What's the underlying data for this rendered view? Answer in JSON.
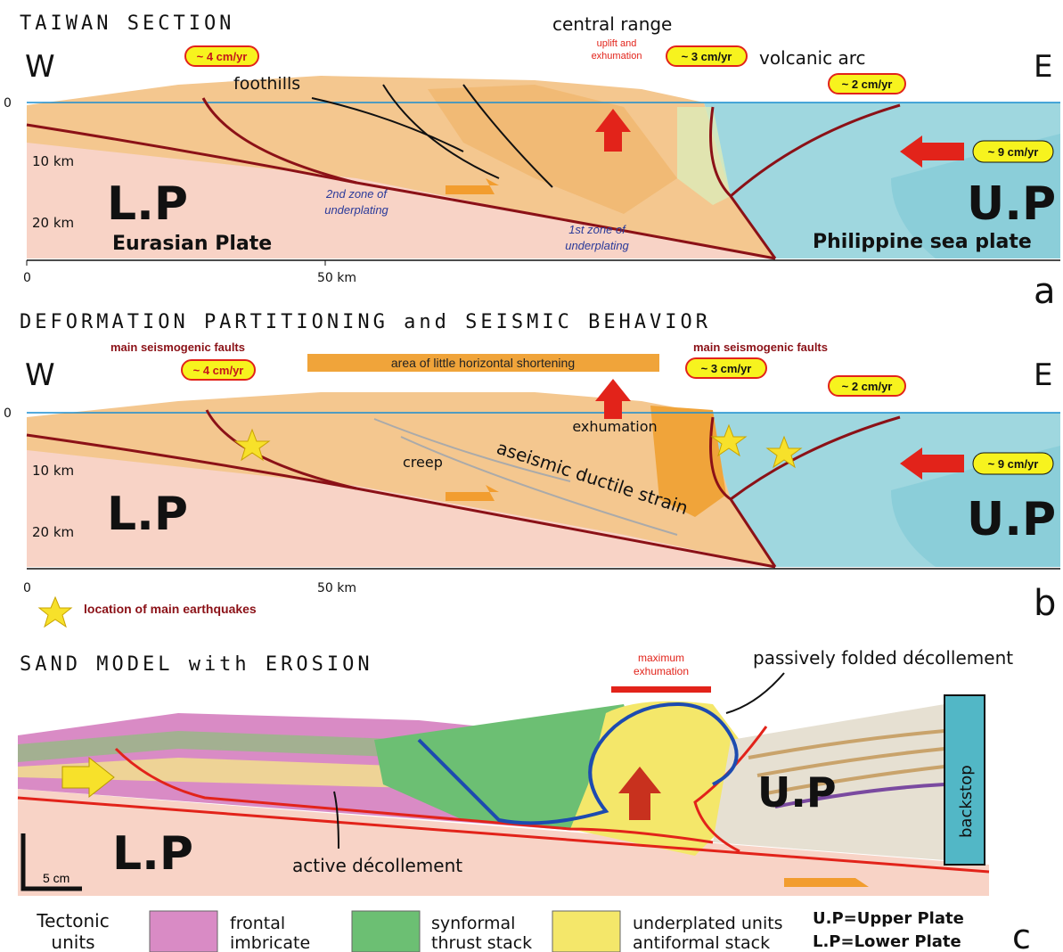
{
  "panel_a": {
    "title": "TAIWAN SECTION",
    "west": "W",
    "east": "E",
    "depth_0": "0",
    "depth_10": "10 km",
    "depth_20": "20 km",
    "dist_0": "0",
    "dist_50": "50 km",
    "rate_foothills": "~ 4 cm/yr",
    "rate_range": "~ 3 cm/yr",
    "rate_arc": "~ 2 cm/yr",
    "rate_plate": "~ 9 cm/yr",
    "foothills": "foothills",
    "central_range": "central range",
    "uplift_line1": "uplift and",
    "uplift_line2": "exhumation",
    "volcanic_arc": "volcanic arc",
    "underplating2_line1": "2nd zone of",
    "underplating2_line2": "underplating",
    "underplating1_line1": "1st zone of",
    "underplating1_line2": "underplating",
    "lp": "L.P",
    "up": "U.P",
    "eurasian": "Eurasian Plate",
    "philippine": "Philippine sea plate",
    "panel_letter": "a"
  },
  "panel_b": {
    "title": "DEFORMATION PARTITIONING and SEISMIC BEHAVIOR",
    "west": "W",
    "east": "E",
    "depth_0": "0",
    "depth_10": "10 km",
    "depth_20": "20 km",
    "dist_0": "0",
    "dist_50": "50 km",
    "faults_left": "main seismogenic faults",
    "faults_right": "main seismogenic faults",
    "rate_foothills": "~ 4 cm/yr",
    "rate_range": "~ 3 cm/yr",
    "rate_arc": "~ 2 cm/yr",
    "rate_plate": "~ 9 cm/yr",
    "little_shortening": "area of little horizontal shortening",
    "exhumation": "exhumation",
    "creep": "creep",
    "aseismic": "aseismic ductile strain",
    "lp": "L.P",
    "up": "U.P",
    "legend_quake": "location of main earthquakes",
    "panel_letter": "b"
  },
  "panel_c": {
    "title": "SAND MODEL with EROSION",
    "max_exh_line1": "maximum",
    "max_exh_line2": "exhumation",
    "passive": "passively folded décollement",
    "active": "active décollement",
    "lp": "L.P",
    "up": "U.P",
    "backstop": "backstop",
    "scale": "5 cm",
    "panel_letter": "c"
  },
  "legend": {
    "tectonic_line1": "Tectonic",
    "tectonic_line2": "units",
    "frontal_line1": "frontal",
    "frontal_line2": "imbricate",
    "synformal_line1": "synformal",
    "synformal_line2": "thrust stack",
    "underplated_line1": "underplated units",
    "underplated_line2": "antiformal stack",
    "up_def": "U.P=Upper Plate",
    "lp_def": "L.P=Lower Plate"
  },
  "colors": {
    "lower_plate": "#f8d3c6",
    "wedge": "#f4c78f",
    "upper_plate": "#9fd7df",
    "fault": "#c4161c",
    "thrust_arrow": "#e2231a",
    "rate_label": "#f7f31e",
    "frontal": "#d98bc5",
    "synformal": "#6cbf73",
    "underplated": "#f4e76a",
    "backstop": "#52b7c6"
  }
}
